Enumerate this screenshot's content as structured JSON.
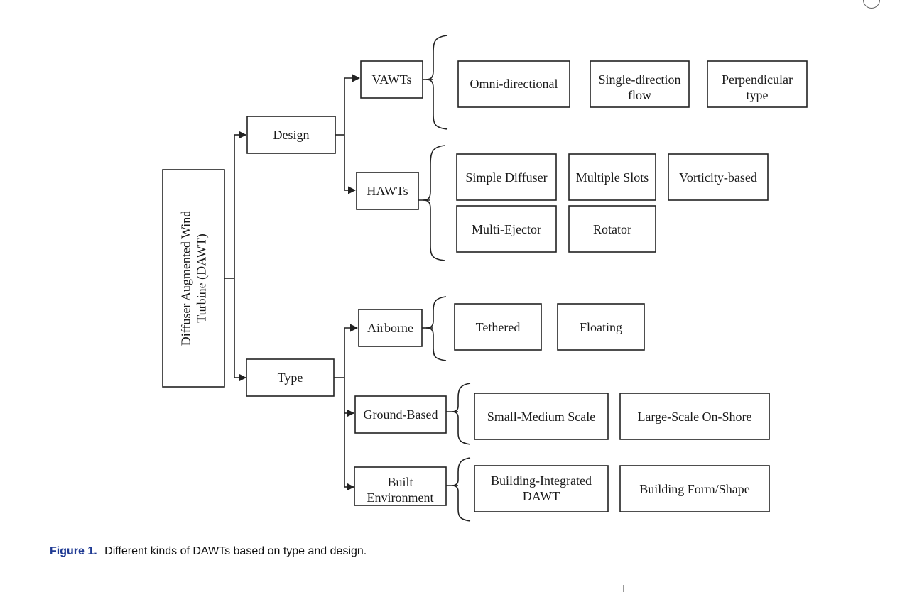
{
  "diagram": {
    "root": "Diffuser Augmented Wind Turbine (DAWT)",
    "branches": {
      "design": "Design",
      "type": "Type"
    },
    "subgroups": {
      "vawts": "VAWTs",
      "hawts": "HAWTs",
      "airborne": "Airborne",
      "ground_based": "Ground-Based",
      "built_environment": "Built Environment"
    },
    "leaves": {
      "omni_directional": "Omni-directional",
      "single_direction_flow": "Single-direction flow",
      "perpendicular_type": "Perpendicular type",
      "simple_diffuser": "Simple Diffuser",
      "multiple_slots": "Multiple Slots",
      "vorticity_based": "Vorticity-based",
      "multi_ejector": "Multi-Ejector",
      "rotator": "Rotator",
      "tethered": "Tethered",
      "floating": "Floating",
      "small_medium_scale": "Small-Medium Scale",
      "large_scale_on_shore": "Large-Scale On-Shore",
      "building_integrated_dawt": "Building-Integrated DAWT",
      "building_form_shape": "Building Form/Shape"
    }
  },
  "caption": {
    "label": "Figure 1.",
    "text": "Different kinds of DAWTs based on type and design."
  }
}
